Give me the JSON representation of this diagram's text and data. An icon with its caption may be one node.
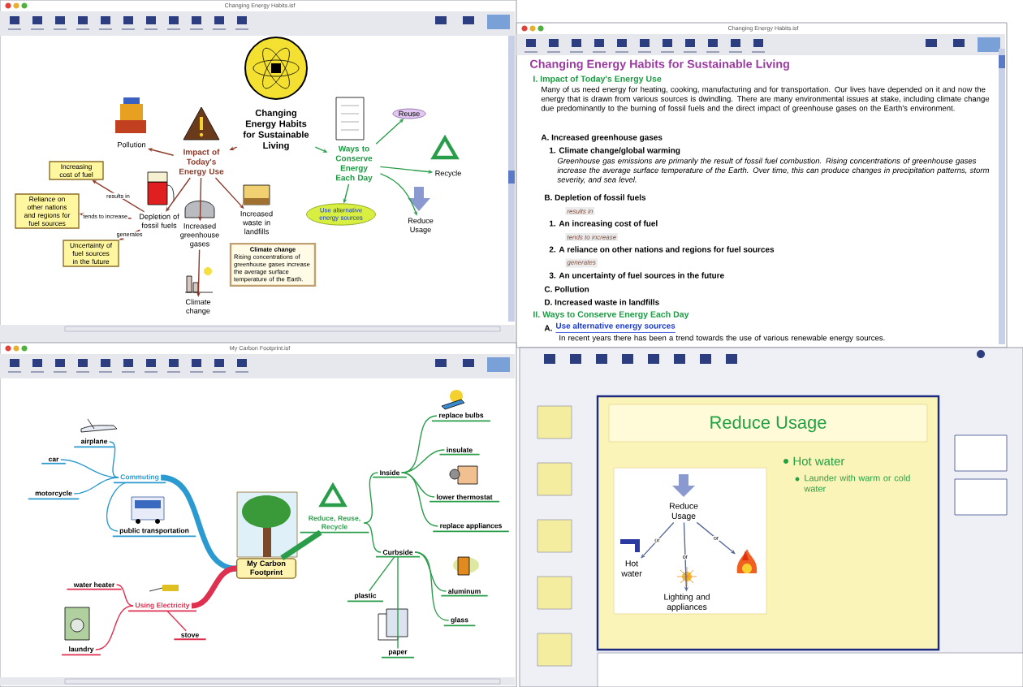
{
  "diagram": {
    "nodes": [
      {
        "text": [
          "Changing Energy Habits for Sustainable Living"
        ]
      },
      {
        "text": [
          "Impact of Today's Energy Use"
        ]
      },
      {
        "text": [
          "Pollution"
        ]
      },
      {
        "text": [
          "Depletion of fossil fuels"
        ]
      },
      {
        "text": [
          "Increased greenhouse gases"
        ]
      },
      {
        "text": [
          "Increased waste in landfills"
        ]
      },
      {
        "text": [
          "Climate change"
        ]
      },
      {
        "text": [
          "Increasing cost of fuel"
        ]
      },
      {
        "text": [
          "Reliance on other nations and regions for fuel sources"
        ]
      },
      {
        "text": [
          "Uncertainty of fuel sources in the future"
        ]
      },
      {
        "text": [
          "Ways to Conserve Energy Each Day"
        ]
      },
      {
        "text": [
          "Reuse"
        ]
      },
      {
        "text": [
          "Recycle"
        ]
      },
      {
        "text": [
          "Reduce Usage"
        ]
      },
      {
        "text": [
          "Use alternative energy sources"
        ]
      },
      {
        "text": [
          "Climate change",
          "Rising concentrations of greenhouse gases increase the average surface temperature of the Earth."
        ]
      },
      {
        "text": [
          "My Carbon Footprint"
        ]
      },
      {
        "text": [
          "Commuting"
        ]
      },
      {
        "text": [
          "airplane"
        ]
      },
      {
        "text": [
          "car"
        ]
      },
      {
        "text": [
          "motorcycle"
        ]
      },
      {
        "text": [
          "public transportation"
        ]
      },
      {
        "text": [
          "Using Electricity"
        ]
      },
      {
        "text": [
          "water heater"
        ]
      },
      {
        "text": [
          "laundry"
        ]
      },
      {
        "text": [
          "stove"
        ]
      },
      {
        "text": [
          "Reduce, Reuse, Recycle"
        ]
      },
      {
        "text": [
          "Inside"
        ]
      },
      {
        "text": [
          "replace bulbs"
        ]
      },
      {
        "text": [
          "insulate"
        ]
      },
      {
        "text": [
          "lower thermostat"
        ]
      },
      {
        "text": [
          "replace appliances"
        ]
      },
      {
        "text": [
          "Curbside"
        ]
      },
      {
        "text": [
          "plastic"
        ]
      },
      {
        "text": [
          "aluminum"
        ]
      },
      {
        "text": [
          "glass"
        ]
      },
      {
        "text": [
          "paper"
        ]
      },
      {
        "text": [
          "Reduce Usage"
        ]
      },
      {
        "text": [
          "Hot water"
        ]
      },
      {
        "text": [
          "Lighting and appliances"
        ]
      },
      {
        "text": [],
        "shape": "picture"
      }
    ],
    "edges": [
      {
        "from": 0,
        "to": 1,
        "arrow": "to",
        "color": "#8b3a2a"
      },
      {
        "from": 0,
        "to": 10,
        "arrow": "to"
      },
      {
        "from": 1,
        "to": 2,
        "arrow": "to",
        "color": "#8b3a2a"
      },
      {
        "from": 1,
        "to": 3,
        "arrow": "to",
        "color": "#8b3a2a"
      },
      {
        "from": 1,
        "to": 4,
        "arrow": "to",
        "color": "#8b3a2a"
      },
      {
        "from": 1,
        "to": 5,
        "arrow": "to",
        "color": "#8b3a2a"
      },
      {
        "from": 4,
        "to": 6,
        "arrow": "to",
        "color": "#8b3a2a"
      },
      {
        "from": 3,
        "to": 7,
        "arrow": "to",
        "label": "results in",
        "color": "#8b3a2a"
      },
      {
        "from": 3,
        "to": 8,
        "arrow": "to",
        "label": "tends to increase",
        "color": "#8b3a2a"
      },
      {
        "from": 3,
        "to": 9,
        "arrow": "to",
        "label": "generates",
        "color": "#8b3a2a"
      },
      {
        "from": 10,
        "to": 11,
        "arrow": "to"
      },
      {
        "from": 10,
        "to": 12,
        "arrow": "to"
      },
      {
        "from": 10,
        "to": 13,
        "arrow": "to"
      },
      {
        "from": 10,
        "to": 14,
        "arrow": "to"
      },
      {
        "from": 16,
        "to": 17,
        "arrow": "none",
        "style": "thick",
        "color": "#2a9ad0"
      },
      {
        "from": 17,
        "to": 18,
        "arrow": "none",
        "color": "#2a9ad0"
      },
      {
        "from": 17,
        "to": 19,
        "arrow": "none",
        "color": "#2a9ad0"
      },
      {
        "from": 17,
        "to": 20,
        "arrow": "none",
        "color": "#2a9ad0"
      },
      {
        "from": 17,
        "to": 21,
        "arrow": "none",
        "color": "#2a9ad0"
      },
      {
        "from": 16,
        "to": 22,
        "arrow": "none",
        "style": "thick",
        "color": "#e03050"
      },
      {
        "from": 22,
        "to": 23,
        "arrow": "none",
        "color": "#e03050"
      },
      {
        "from": 22,
        "to": 24,
        "arrow": "none",
        "color": "#e03050"
      },
      {
        "from": 22,
        "to": 25,
        "arrow": "none",
        "color": "#e03050"
      },
      {
        "from": 16,
        "to": 26,
        "arrow": "none",
        "style": "thick"
      },
      {
        "from": 26,
        "to": 27,
        "arrow": "none"
      },
      {
        "from": 27,
        "to": 28,
        "arrow": "none"
      },
      {
        "from": 27,
        "to": 29,
        "arrow": "none"
      },
      {
        "from": 27,
        "to": 30,
        "arrow": "none"
      },
      {
        "from": 27,
        "to": 31,
        "arrow": "none"
      },
      {
        "from": 26,
        "to": 32,
        "arrow": "none"
      },
      {
        "from": 32,
        "to": 33,
        "arrow": "none"
      },
      {
        "from": 32,
        "to": 34,
        "arrow": "none"
      },
      {
        "from": 32,
        "to": 35,
        "arrow": "none"
      },
      {
        "from": 32,
        "to": 36,
        "arrow": "none"
      },
      {
        "from": 37,
        "to": 38,
        "arrow": "to",
        "label": "or",
        "color": "#5a6a9a"
      },
      {
        "from": 37,
        "to": 39,
        "arrow": "to",
        "label": "or",
        "color": "#5a6a9a"
      },
      {
        "from": 37,
        "to": 40,
        "arrow": "to",
        "label": "or",
        "color": "#5a6a9a"
      }
    ],
    "labels": [
      "Changing Energy Habits.isf",
      "Changing Energy Habits.isf",
      "Changing Energy Habits for Sustainable Living",
      "I. Impact of Today's Energy Use",
      "Many of us need energy for heating, cooking, manufacturing and for transportation. Our lives have depended on it and now the energy that is drawn from various sources is dwindling. There are many environmental issues at stake, including climate change due predominantly to the burning of fossil fuels and the direct impact of greenhouse gases on the Earth's environment.",
      "A. Increased greenhouse gases",
      "1. Climate change/global warming",
      "Greenhouse gas emissions are primarily the result of fossil fuel combustion. Rising concentrations of greenhouse gases increase the average surface temperature of the Earth. Over time, this can produce changes in precipitation patterns, storm severity, and sea level.",
      "B. Depletion of fossil fuels",
      "results in",
      "1. An increasing cost of fuel",
      "tends to increase",
      "2. A reliance on other nations and regions for fuel sources",
      "generates",
      "3. An uncertainty of fuel sources in the future",
      "C. Pollution",
      "D. Increased waste in landfills",
      "II. Ways to Conserve Energy Each Day",
      "A.",
      "Use alternative energy sources",
      "In recent years there has been a trend towards the use of various renewable energy sources.",
      "My Carbon Footprint.isf",
      "Reduce Usage",
      "Hot water",
      "Launder with warm or cold water"
    ]
  }
}
